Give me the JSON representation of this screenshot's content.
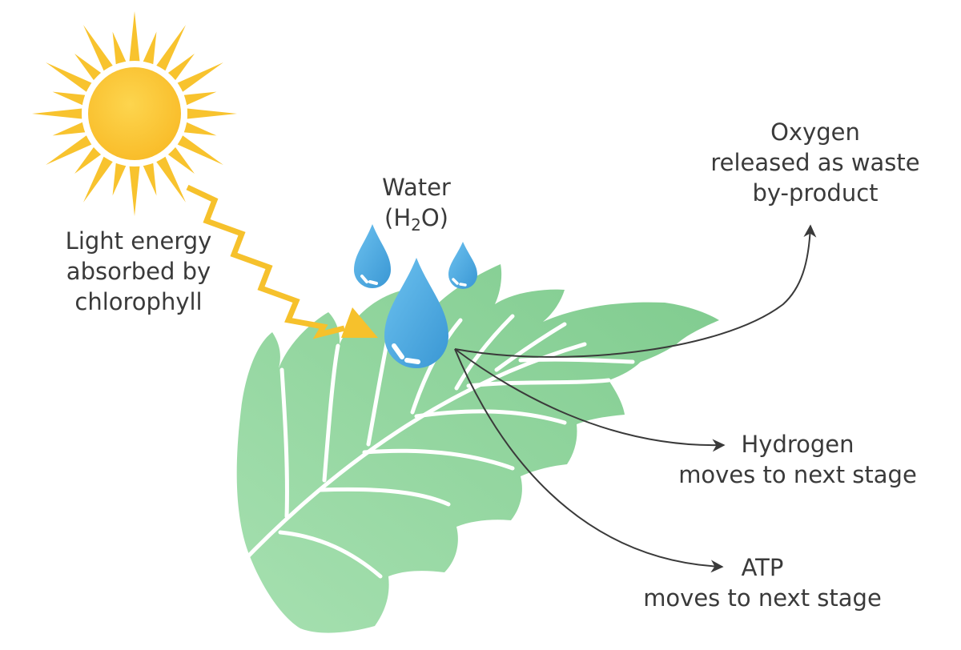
{
  "colors": {
    "sun_core": "#fcc93a",
    "sun_rays": "#f8c32e",
    "light_arrow": "#f6c12c",
    "leaf": "#8dd49a",
    "leaf_vein": "#ffffff",
    "water": "#4ea9df",
    "pointer": "#3a3a3a",
    "text": "#3a3a3a"
  },
  "icons": [
    "sun-icon",
    "leaf-icon",
    "water-drop-icon"
  ],
  "labels": {
    "light": {
      "line1": "Light energy",
      "line2": "absorbed by",
      "line3": "chlorophyll"
    },
    "water": {
      "line1": "Water",
      "formula_open": "(H",
      "formula_sub": "2",
      "formula_close": "O)"
    },
    "oxygen": {
      "line1": "Oxygen",
      "line2": "released as waste",
      "line3": "by-product"
    },
    "hydrogen": {
      "line1": "Hydrogen",
      "line2": "moves to next stage"
    },
    "atp": {
      "line1": "ATP",
      "line2": "moves to next stage"
    }
  }
}
